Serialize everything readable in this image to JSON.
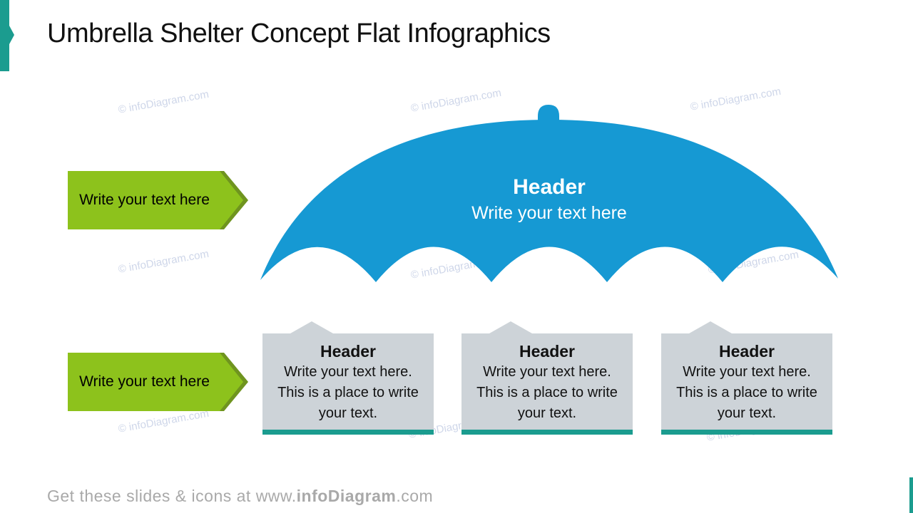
{
  "colors": {
    "teal": "#1B9C8F",
    "blue": "#1699D3",
    "green": "#8DC21C",
    "green-dark": "#6F941F",
    "card-gray": "#CDD3D8",
    "watermark-blue": "#C3CDE4",
    "footer-gray": "#A9A9A9",
    "text-black": "#111111"
  },
  "title": "Umbrella Shelter Concept Flat Infographics",
  "watermark_text": "© infoDiagram.com",
  "umbrella": {
    "header": "Header",
    "subtext": "Write your text here"
  },
  "side_labels": [
    {
      "text": "Write your text here"
    },
    {
      "text": "Write your text here"
    }
  ],
  "cards": [
    {
      "header": "Header",
      "body": "Write your text here. This is a place to write your text."
    },
    {
      "header": "Header",
      "body": "Write your text here. This is a place to write your text."
    },
    {
      "header": "Header",
      "body": "Write your text here. This is a place to write your text."
    }
  ],
  "footer": {
    "prefix": "Get these slides & icons at www.",
    "brand": "infoDiagram",
    "suffix": ".com"
  }
}
